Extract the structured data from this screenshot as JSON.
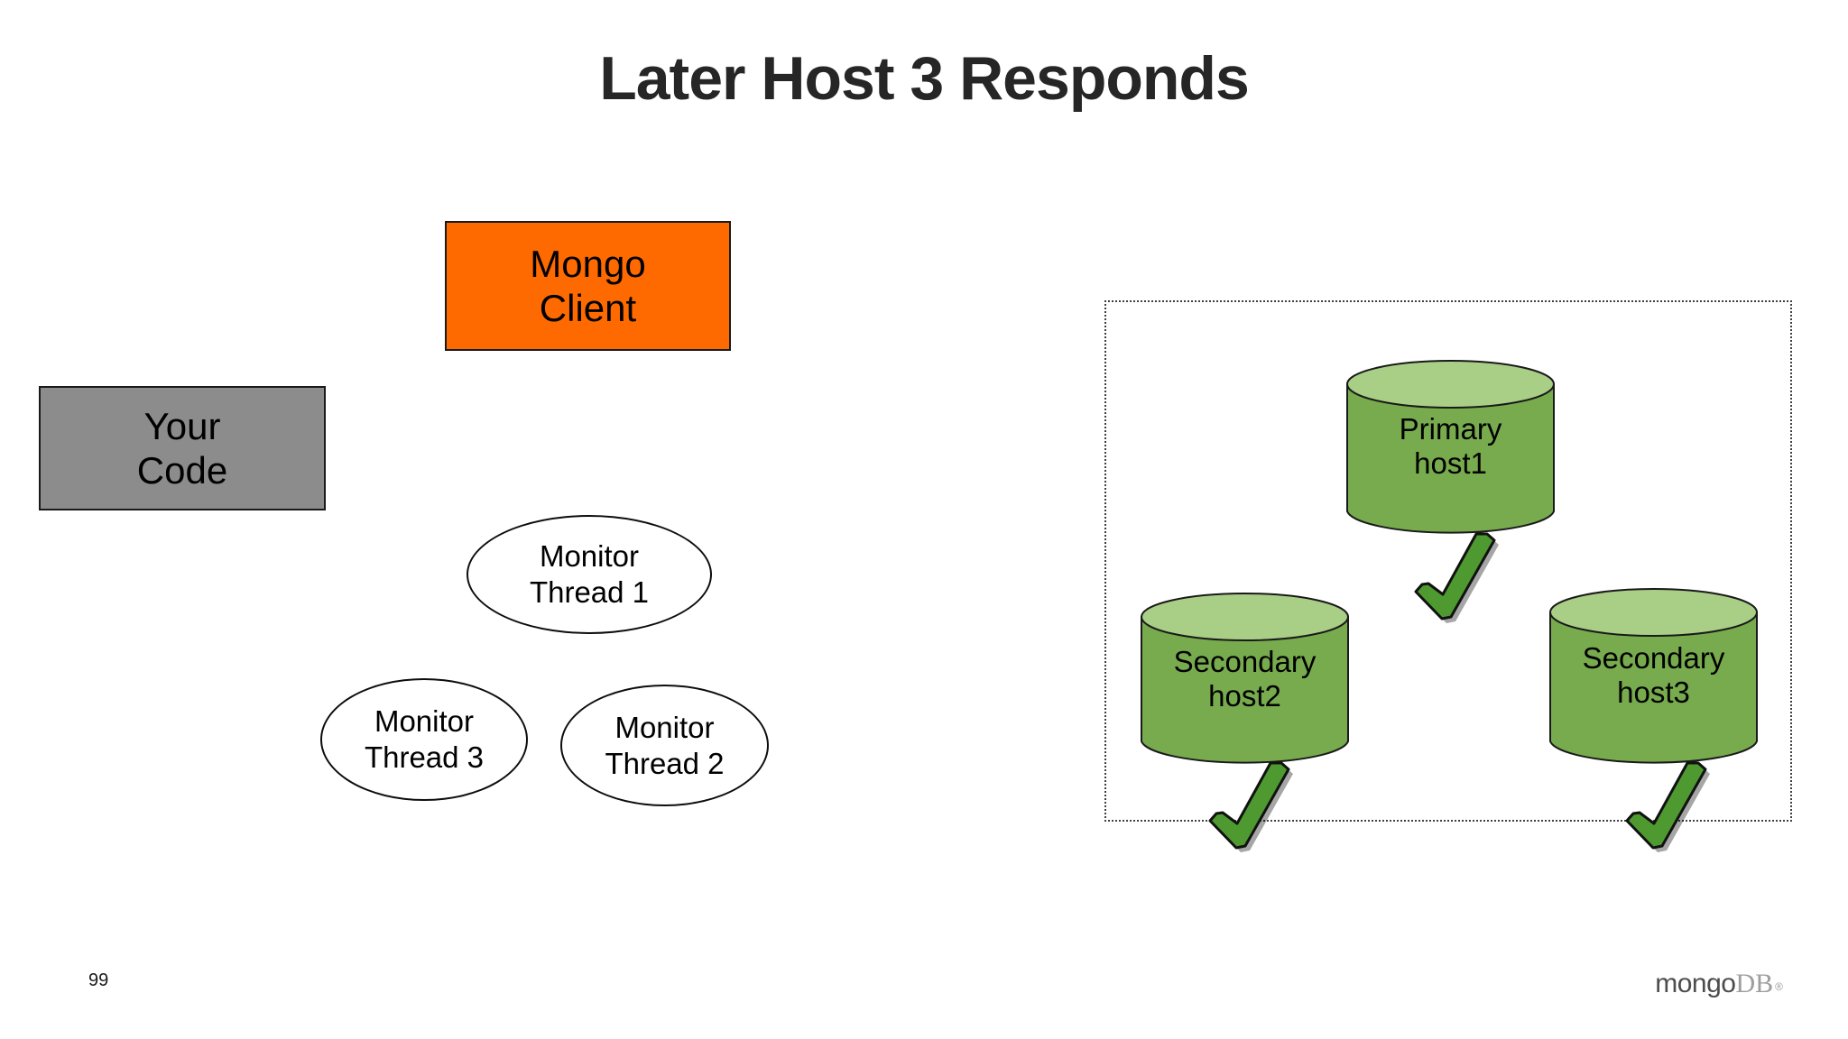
{
  "slide": {
    "title": "Later Host 3 Responds",
    "page_number": "99",
    "background_color": "#ffffff"
  },
  "client_side": {
    "mongo_client": {
      "line1": "Mongo",
      "line2": "Client",
      "fill_color": "#ff6a00"
    },
    "your_code": {
      "line1": "Your",
      "line2": "Code",
      "fill_color": "#8c8c8c"
    },
    "monitor_threads": [
      {
        "line1": "Monitor",
        "line2": "Thread 1"
      },
      {
        "line1": "Monitor",
        "line2": "Thread 3"
      },
      {
        "line1": "Monitor",
        "line2": "Thread 2"
      }
    ]
  },
  "cluster": {
    "nodes": [
      {
        "role": "Primary",
        "host": "host1",
        "responded": true
      },
      {
        "role": "Secondary",
        "host": "host2",
        "responded": true
      },
      {
        "role": "Secondary",
        "host": "host3",
        "responded": true
      }
    ],
    "node_body_color": "#77ab4e",
    "node_top_color": "#a9ce86",
    "check_color": "#4e9a30"
  },
  "footer": {
    "logo_mongo": "mongo",
    "logo_db": "DB",
    "logo_tm": "®"
  }
}
